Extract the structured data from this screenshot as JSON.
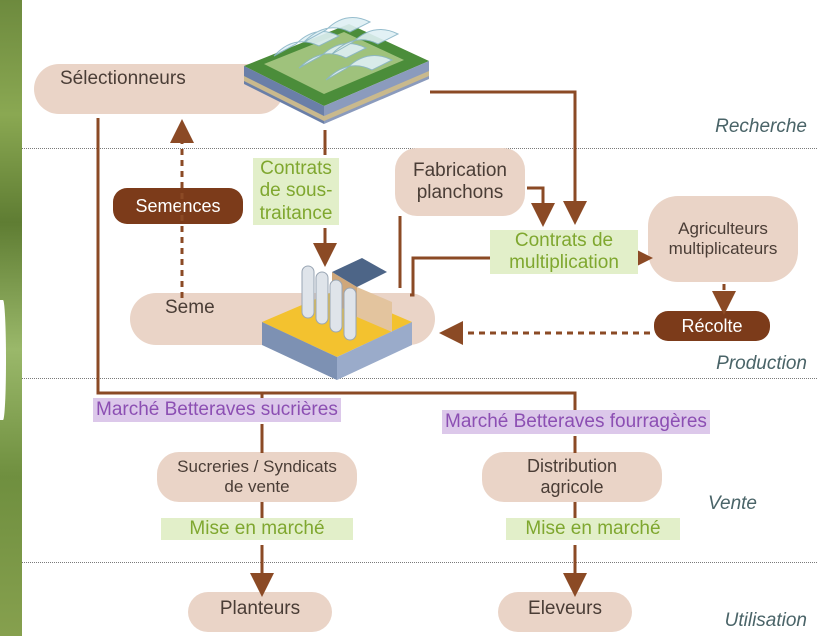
{
  "sections": {
    "recherche": "Recherche",
    "production": "Production",
    "vente": "Vente",
    "utilisation": "Utilisation"
  },
  "nodes": {
    "selectionneurs": "Sélectionneurs",
    "semences": "Semences",
    "seme": "Seme",
    "fabrication": "Fabrication planchons",
    "agriculteurs": "Agriculteurs multiplicateurs",
    "recolte": "Récolte",
    "sucreries": "Sucreries / Syndicats de vente",
    "distribution": "Distribution agricole",
    "planteurs": "Planteurs",
    "eleveurs": "Eleveurs"
  },
  "labels": {
    "contrats_sous_traitance": "Contrats de sous-traitance",
    "contrats_multiplication": "Contrats de multiplication",
    "marche_sucrieres": "Marché Betteraves sucrières",
    "marche_fourrageres": "Marché Betteraves fourragères",
    "mise_en_marche_1": "Mise en marché",
    "mise_en_marche_2": "Mise en marché"
  },
  "colors": {
    "arrow": "#8b4a25",
    "node_fill": "#ead4c7",
    "dark_fill": "#7c3b1a",
    "green_text": "#7fa72f",
    "purple_text": "#8c4fb3"
  }
}
